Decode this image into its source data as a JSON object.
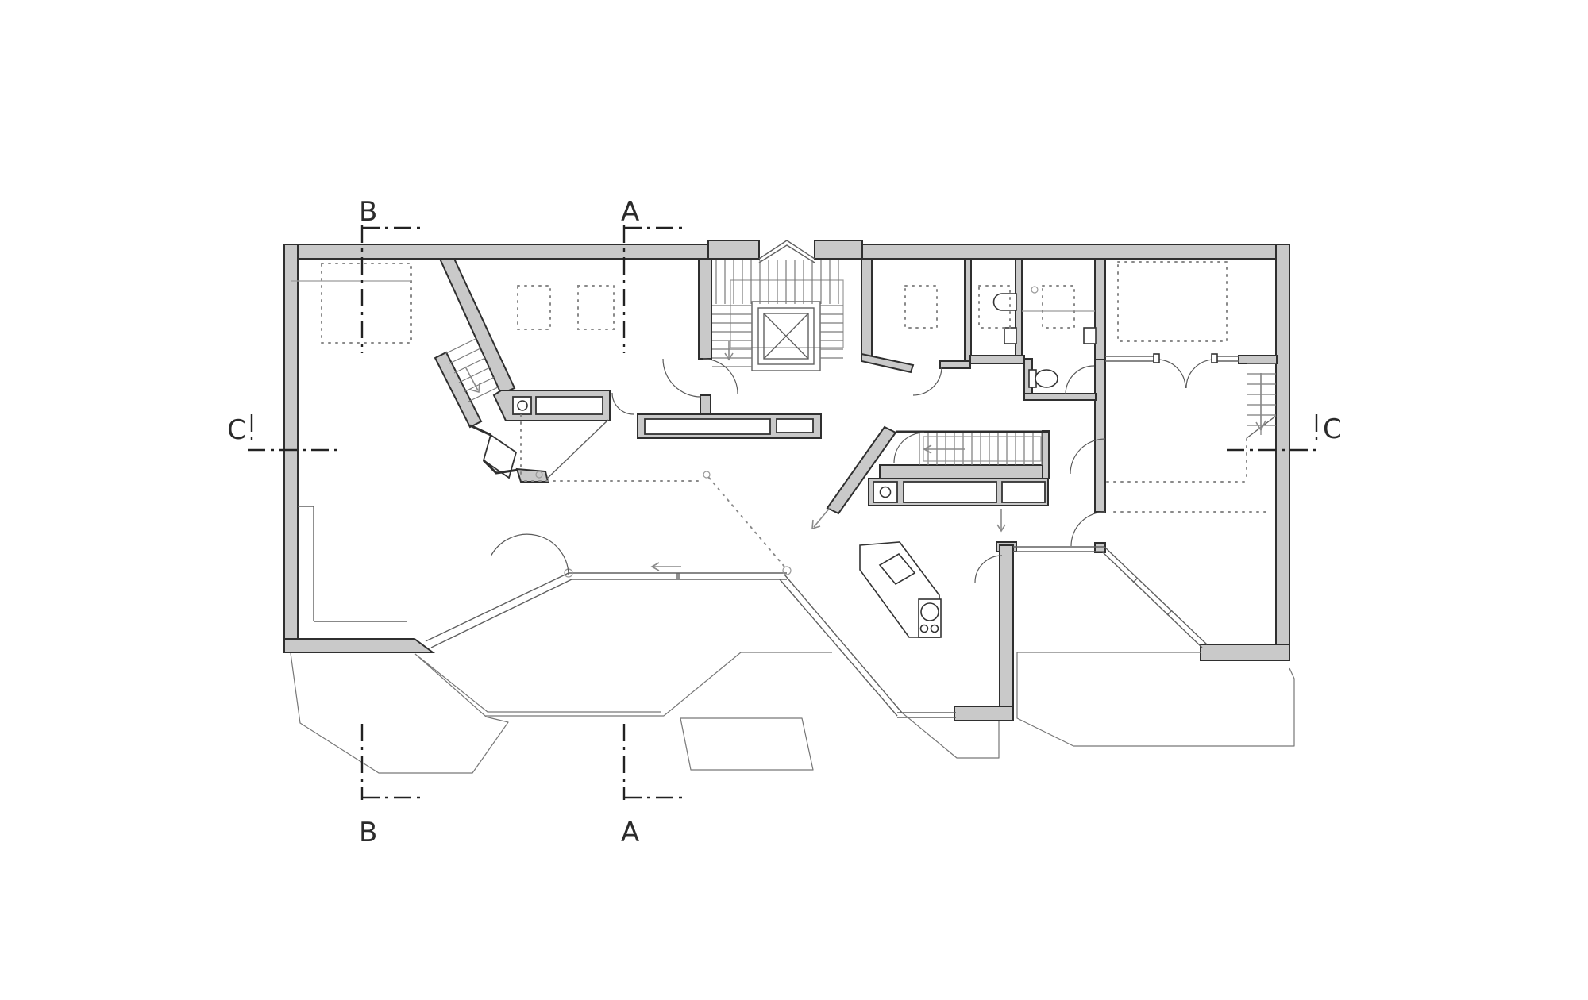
{
  "drawing": {
    "type": "architectural-floor-plan",
    "section_markers": [
      {
        "label": "B",
        "position": "top",
        "line_axis": "vertical"
      },
      {
        "label": "A",
        "position": "top",
        "line_axis": "vertical"
      },
      {
        "label": "C",
        "position": "left",
        "line_axis": "horizontal"
      },
      {
        "label": "C",
        "position": "right",
        "line_axis": "horizontal"
      },
      {
        "label": "B",
        "position": "bottom",
        "line_axis": "vertical"
      },
      {
        "label": "A",
        "position": "bottom",
        "line_axis": "vertical"
      }
    ],
    "icons": [
      {
        "name": "stair-direction-down-arrow-left-run"
      },
      {
        "name": "stair-direction-down-arrow-mid-stair"
      },
      {
        "name": "stair-direction-down-arrow-kitchen"
      },
      {
        "name": "stair-direction-down-arrow-bedroom-stair"
      },
      {
        "name": "entry-direction-arrow-left"
      },
      {
        "name": "mid-stair-arrow-left"
      },
      {
        "name": "down-arrow-void"
      }
    ],
    "elements": [
      {
        "name": "elevator-shaft-with-cross"
      },
      {
        "name": "main-staircase-u-shape"
      },
      {
        "name": "interior-diagonal-staircase"
      },
      {
        "name": "mid-level-staircase"
      },
      {
        "name": "bedroom-side-staircase"
      },
      {
        "name": "kitchen-island-with-cooktop"
      },
      {
        "name": "counter-with-sink"
      },
      {
        "name": "cabinet-row-entry"
      },
      {
        "name": "bathroom-sink"
      },
      {
        "name": "toilet"
      },
      {
        "name": "bay-window-pentagon"
      },
      {
        "name": "glass-facade-zigzag"
      },
      {
        "name": "terrace-pads"
      },
      {
        "name": "dotted-furniture-outlines"
      }
    ],
    "colors": {
      "wall_fill": "#c9c9c9",
      "wall_line": "#2f2f2f",
      "background": "#ffffff",
      "dotted": "#8a8a8a"
    }
  }
}
